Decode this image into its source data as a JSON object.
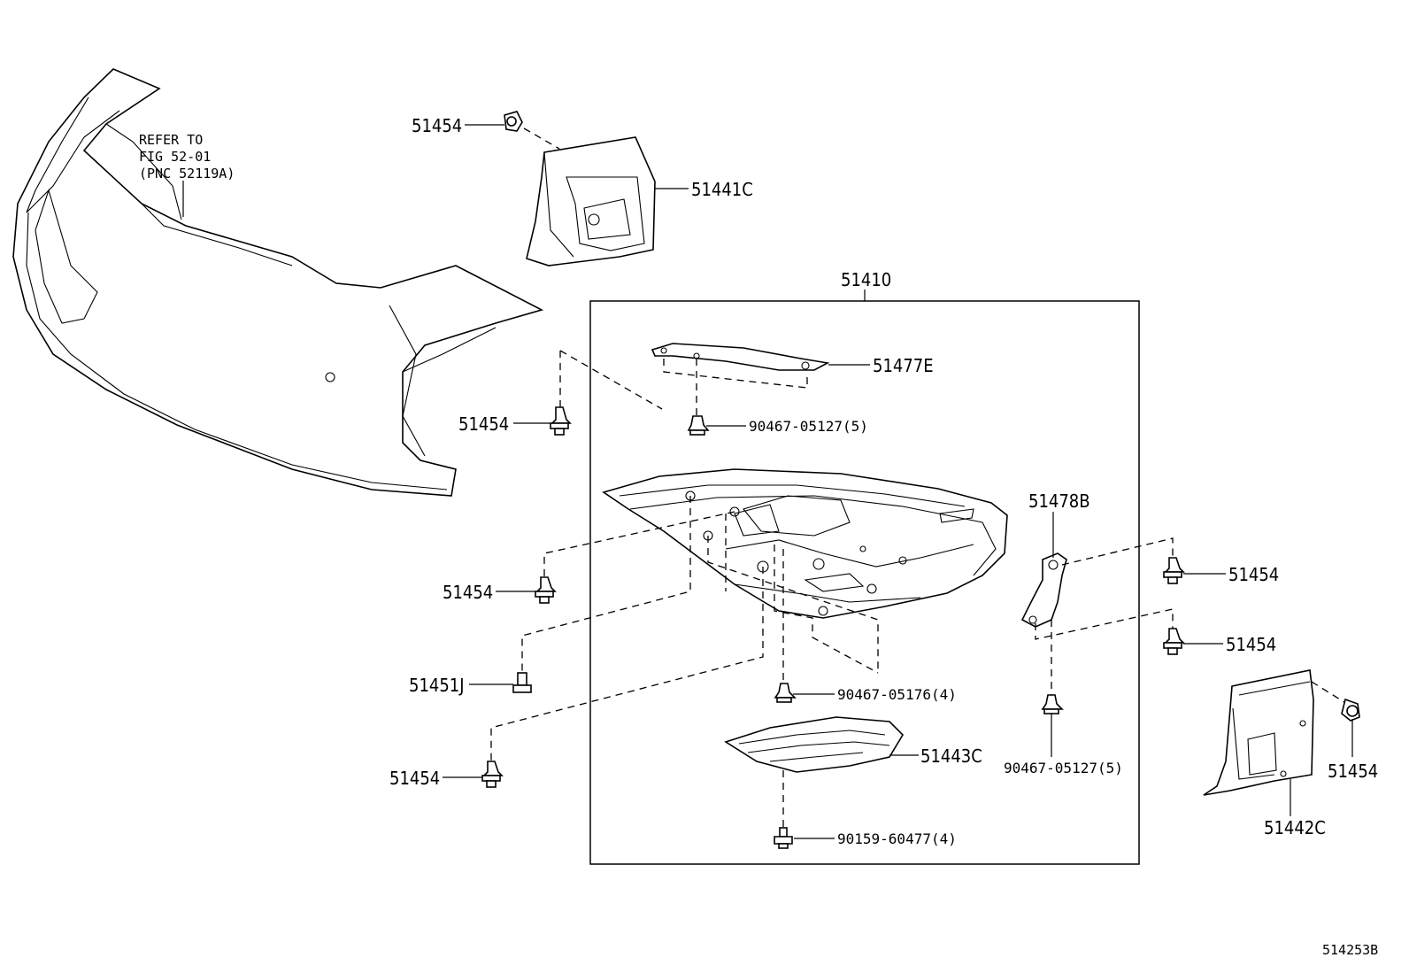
{
  "labels": {
    "ref_note_line1": "REFER TO",
    "ref_note_line2": "FIG 52-01",
    "ref_note_line3": "(PNC 52119A)",
    "assembly": "51410",
    "clip_51454_a": "51454",
    "shield_51441C": "51441C",
    "brace_51477E": "51477E",
    "clip_51454_b": "51454",
    "screw_90467_05127_top": "90467-05127(5)",
    "clip_51454_c": "51454",
    "bracket_51478B": "51478B",
    "clip_51454_d": "51454",
    "clip_51454_e": "51454",
    "bolt_51451J": "51451J",
    "screw_90467_05176": "90467-05176(4)",
    "clip_51454_f": "51454",
    "cover_51443C": "51443C",
    "screw_90467_05127_right": "90467-05127(5)",
    "screw_90159_60477": "90159-60477(4)",
    "shield_51442C": "51442C",
    "clip_51454_g": "51454",
    "figure_id": "514253B"
  },
  "colors": {
    "line": "#000000",
    "background": "#ffffff"
  }
}
